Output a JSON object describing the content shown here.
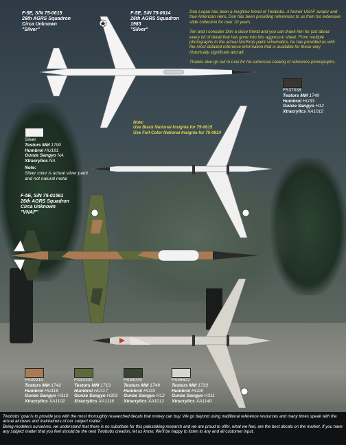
{
  "intro": {
    "paragraphs": [
      "Don Logan has been a longtime friend of Twobobs. A former USAF aviator and true American Hero, Don has been providing references to us from his extensive slide collection for over 10 years.",
      "Teri and I consider Don a close friend and you can thank him for just about every bit of detail that has gone into this aggressor sheet. From multiple photographs to the actual Northrop paint schematics, he has provided us with the most detailed reference information that is available for these very historically significant aircraft.",
      "Thanks also go out to Levi for his extensive catalog of reference photographs."
    ]
  },
  "aircraft": [
    {
      "lines": [
        "F-5E, S/N 75-0615",
        "26th AGRS Squadron",
        "Circa Unknown",
        "\"Silver\""
      ]
    },
    {
      "lines": [
        "F-5E, S/N 75-0614",
        "26th AGRS Squadron",
        "1983",
        "\"Silver\""
      ]
    },
    {
      "lines": [
        "F-5E, S/N 75-01561",
        "26th AGRS Squadron",
        "Circa Unknown",
        "\"VNAF\""
      ]
    }
  ],
  "note_insignia": {
    "title": "Note:",
    "lines": [
      "Use Black National Insignia for 75-0615",
      "Use Full-Color National Insignia for 75-0614"
    ]
  },
  "silver_swatch": {
    "name": "Silver",
    "color": "#f2f2f2",
    "testors_label": "Testors MM",
    "testors": "1790",
    "humbrol_label": "Humbrol",
    "humbrol": "HU191",
    "gunze_label": "Gunze Sangyo",
    "gunze": "NA",
    "xtra_label": "Xtracrylics",
    "xtra": "NA",
    "note_title": "Note:",
    "note_text": "Silver color is actual silver paint and not natural metal"
  },
  "fs37038": {
    "code": "FS37038",
    "color": "#3a3532",
    "testors_label": "Testors MM",
    "testors": "1749",
    "humbrol_label": "Humbrol",
    "humbrol": "HU33",
    "gunze_label": "Gunze Sangyo",
    "gunze": "H12",
    "xtra_label": "Xtracrylics",
    "xtra": "XA1012"
  },
  "bottom_swatches": [
    {
      "code": "FS30219",
      "color": "#a87b54",
      "testors_label": "Testors MM",
      "testors": "1742",
      "humbrol_label": "Humbrol",
      "humbrol": "HU118",
      "gunze_label": "Gunze Sangyo",
      "gunze": "H310",
      "xtra_label": "Xtracrylics",
      "xtra": "XA1102"
    },
    {
      "code": "FS34102",
      "color": "#5e6a3c",
      "testors_label": "Testors MM",
      "testors": "1713",
      "humbrol_label": "Humbrol",
      "humbrol": "HU117",
      "gunze_label": "Gunze Sangyo",
      "gunze": "H303",
      "xtra_label": "Xtracrylics",
      "xtra": "XA1116"
    },
    {
      "code": "FS34079",
      "color": "#38452f",
      "testors_label": "Testors MM",
      "testors": "1749",
      "humbrol_label": "Humbrol",
      "humbrol": "HU33",
      "gunze_label": "Gunze Sangyo",
      "gunze": "H12",
      "xtra_label": "Xtracrylics",
      "xtra": "XA1012"
    },
    {
      "code": "FS36622",
      "color": "#d8d6cc",
      "testors_label": "Testors MM",
      "testors": "1733",
      "humbrol_label": "Humbrol",
      "humbrol": "HU28",
      "gunze_label": "Gunze Sangyo",
      "gunze": "H311",
      "xtra_label": "Xtracrylics",
      "xtra": "XA1140"
    }
  ],
  "footer": {
    "lines": [
      "Twobobs' goal is to provide you with the most thoroughly researched decals that money can buy. We go beyond using traditional reference resources and many times speak with the actual aircrews and maintainers of our subject matter.",
      "Being modelers ourselves, we understand that there is no substitute for this painstaking research and we are proud to offer, what we feel, are the best decals on the market. If you have any subject matter that you feel should be the next Twobobs creation, let us know. We'll be happy to listen to any and all customer input."
    ]
  }
}
